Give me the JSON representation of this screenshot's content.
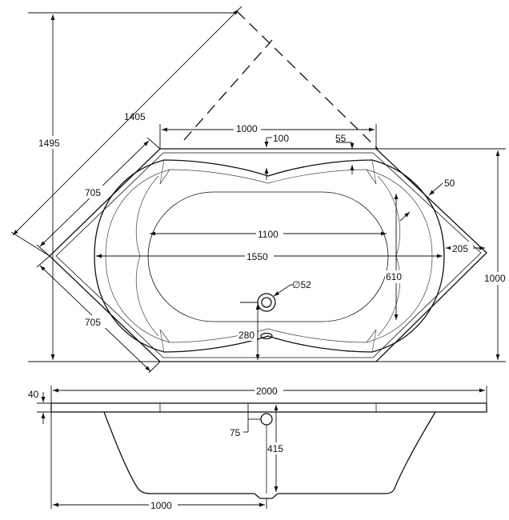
{
  "colors": {
    "line": "#111111",
    "background": "#ffffff"
  },
  "top_view": {
    "dimensions": {
      "overall_height": "1495",
      "diagonal_length": "1405",
      "top_width": "1000",
      "rim_100": "100",
      "rim_55": "55",
      "upper_side": "705",
      "lower_side": "705",
      "rim_50": "50",
      "inner_length": "1100",
      "outer_length": "1550",
      "end_205": "205",
      "inner_width": "610",
      "overall_width": "1000",
      "drain_diameter": "∅52",
      "drain_offset": "280"
    }
  },
  "side_view": {
    "dimensions": {
      "rim_thickness": "40",
      "total_length": "2000",
      "overflow_offset": "75",
      "depth": "415",
      "drain_position": "1000"
    }
  }
}
